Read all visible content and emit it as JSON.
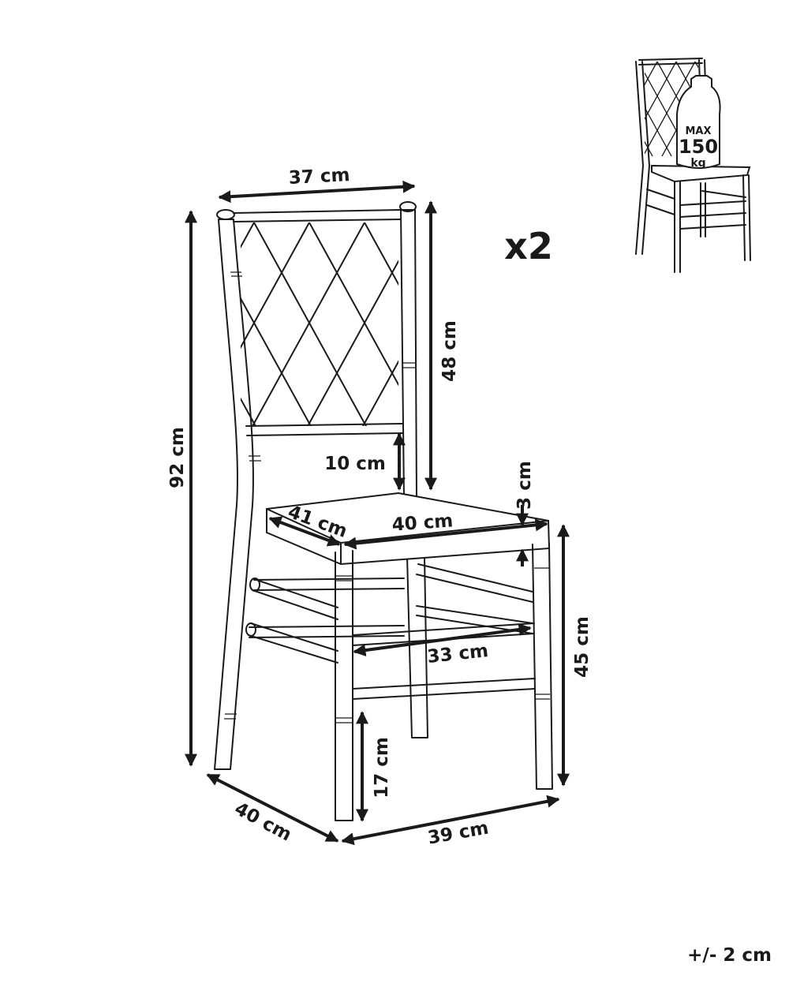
{
  "multiplier": "x2",
  "tolerance": "+/- 2 cm",
  "load_badge": {
    "line1": "MAX",
    "line2": "150",
    "line3": "kg"
  },
  "dimensions": {
    "backrest_width": "37 cm",
    "backrest_height": "48 cm",
    "total_height": "92 cm",
    "back_gap": "10 cm",
    "seat_thickness": "3 cm",
    "seat_depth": "41 cm",
    "seat_width": "40 cm",
    "seat_height": "45 cm",
    "stretcher_width": "33 cm",
    "stretcher_height": "17 cm",
    "base_depth": "40 cm",
    "base_width": "39 cm"
  }
}
